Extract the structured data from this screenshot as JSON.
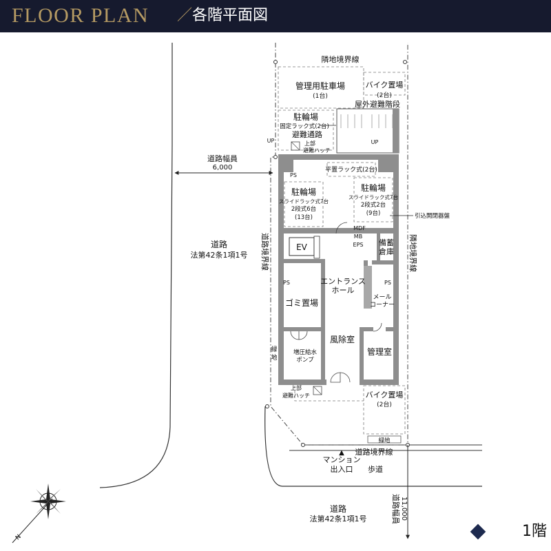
{
  "header": {
    "title_en": "FLOOR PLAN",
    "separator": "／",
    "title_jp": "各階平面図"
  },
  "plan": {
    "neighbor_boundary_top": "隣地境界線",
    "neighbor_boundary_right": "隣地境界線",
    "road_boundary_left": "道路境界線",
    "road_boundary_bottom": "道路境界線",
    "mgmt_parking": "管理用駐車場",
    "mgmt_parking_count": "(1台)",
    "bike_parking_top": "バイク置場",
    "bike_parking_top_count": "(2台)",
    "outdoor_stairs": "屋外避難階段",
    "bicycle_fixed": "駐輪場",
    "bicycle_fixed_type": "固定ラック式(2台)",
    "evac_path": "避難通路",
    "upper_hatch_top": "上部",
    "upper_hatch_top_2": "避難ハッチ",
    "up_left": "UP",
    "up_right": "UP",
    "road_width_left": "道路幅員",
    "road_width_left_value": "6,000",
    "flat_rack": "平置ラック式(2台)",
    "ps_1": "PS",
    "bicycle_left": "駐輪場",
    "bicycle_left_type": "スライドラック式7台",
    "bicycle_left_type2": "2段式6台",
    "bicycle_left_count": "(13台)",
    "bicycle_right": "駐輪場",
    "bicycle_right_type": "スライドラック式7台",
    "bicycle_right_type2": "2段式2台",
    "bicycle_right_count": "(9台)",
    "recessed_switchboard": "引込開閉器盤",
    "mdf": "MDF",
    "mb": "MB",
    "eps": "EPS",
    "ev": "EV",
    "storage_1": "備蓄",
    "storage_2": "倉庫",
    "road_left": "道路",
    "road_left_law": "法第42条1項1号",
    "ps_2": "PS",
    "ps_3": "PS",
    "entrance_1": "エントランス",
    "entrance_2": "ホール",
    "mail_1": "メール",
    "mail_2": "コーナー",
    "garbage": "ゴミ置場",
    "green_1": "緑",
    "green_2": "地",
    "pump_1": "増圧給水",
    "pump_2": "ポンプ",
    "windbreak": "風除室",
    "mgmt_room": "管理室",
    "upper_hatch_bottom": "上部",
    "upper_hatch_bottom_2": "避難ハッチ",
    "bike_parking_bottom": "バイク置場",
    "bike_parking_bottom_count": "(2台)",
    "green_bottom": "緑地",
    "entrance_marker": "▲",
    "mansion_1": "マンション",
    "mansion_2": "出入口",
    "sidewalk": "歩道",
    "road_bottom": "道路",
    "road_bottom_law": "法第42条1項1号",
    "road_width_bottom": "道路幅員",
    "road_width_bottom_value": "11,000",
    "north_mark": "N"
  },
  "footer": {
    "floor_label": "1階"
  },
  "colors": {
    "header_bg": "#161a2e",
    "title_gold": "#b59a63",
    "wall_gray": "#8e8e8e",
    "diamond": "#1d2a4f"
  }
}
